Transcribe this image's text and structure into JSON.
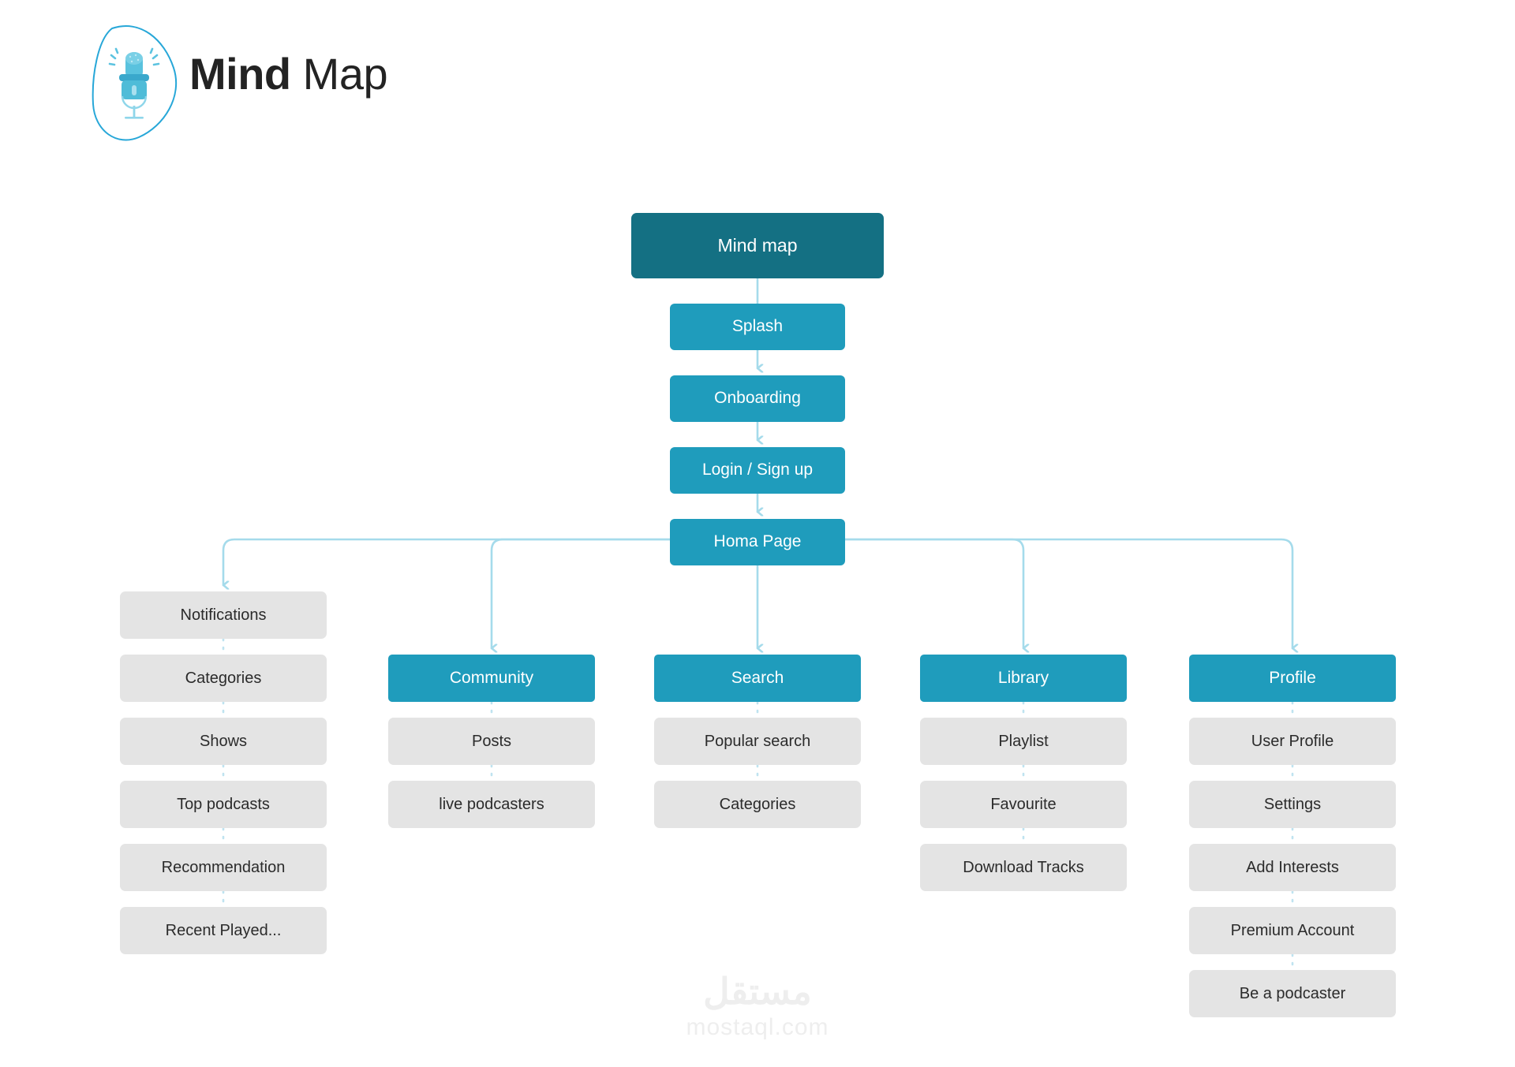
{
  "brand": {
    "name_strong": "Mind",
    "name_light": " Map",
    "logo_icon": "microphone-in-rounded-triangle"
  },
  "colors": {
    "root": "#147083",
    "flow": "#1f9cbc",
    "section": "#1f9cbc",
    "leaf": "#e4e4e4",
    "connector": "#a5dbeb",
    "text_light": "#ffffff",
    "text_dark": "#2b2b2b",
    "background": "#ffffff",
    "watermark": "#eeeeee"
  },
  "root": {
    "label": "Mind map"
  },
  "flow": [
    {
      "label": "Splash"
    },
    {
      "label": "Onboarding"
    },
    {
      "label": "Login / Sign up"
    },
    {
      "label": "Homa Page"
    }
  ],
  "branches": [
    {
      "id": "notifications",
      "header_style": "leaf",
      "items": [
        {
          "label": "Notifications"
        },
        {
          "label": "Categories"
        },
        {
          "label": "Shows"
        },
        {
          "label": "Top podcasts"
        },
        {
          "label": "Recommendation"
        },
        {
          "label": "Recent Played..."
        }
      ]
    },
    {
      "id": "community",
      "header_style": "section",
      "items": [
        {
          "label": "Community"
        },
        {
          "label": "Posts"
        },
        {
          "label": "live podcasters"
        }
      ]
    },
    {
      "id": "search",
      "header_style": "section",
      "items": [
        {
          "label": "Search"
        },
        {
          "label": "Popular search"
        },
        {
          "label": "Categories"
        }
      ]
    },
    {
      "id": "library",
      "header_style": "section",
      "items": [
        {
          "label": "Library"
        },
        {
          "label": "Playlist"
        },
        {
          "label": "Favourite"
        },
        {
          "label": "Download Tracks"
        }
      ]
    },
    {
      "id": "profile",
      "header_style": "section",
      "items": [
        {
          "label": "Profile"
        },
        {
          "label": "User Profile"
        },
        {
          "label": "Settings"
        },
        {
          "label": "Add Interests"
        },
        {
          "label": "Premium Account"
        },
        {
          "label": "Be a podcaster"
        }
      ]
    }
  ],
  "watermark": {
    "arabic": "مستقل",
    "latin": "mostaql.com"
  },
  "chart_data": {
    "type": "diagram",
    "title": "Mind Map",
    "root": "Mind map",
    "linear_flow": [
      "Splash",
      "Onboarding",
      "Login / Sign up",
      "Homa Page"
    ],
    "branches_from": "Homa Page",
    "branches": [
      {
        "name": "Notifications",
        "children": [
          "Categories",
          "Shows",
          "Top podcasts",
          "Recommendation",
          "Recent Played..."
        ]
      },
      {
        "name": "Community",
        "children": [
          "Posts",
          "live podcasters"
        ]
      },
      {
        "name": "Search",
        "children": [
          "Popular search",
          "Categories"
        ]
      },
      {
        "name": "Library",
        "children": [
          "Playlist",
          "Favourite",
          "Download Tracks"
        ]
      },
      {
        "name": "Profile",
        "children": [
          "User Profile",
          "Settings",
          "Add Interests",
          "Premium Account",
          "Be a podcaster"
        ]
      }
    ]
  }
}
